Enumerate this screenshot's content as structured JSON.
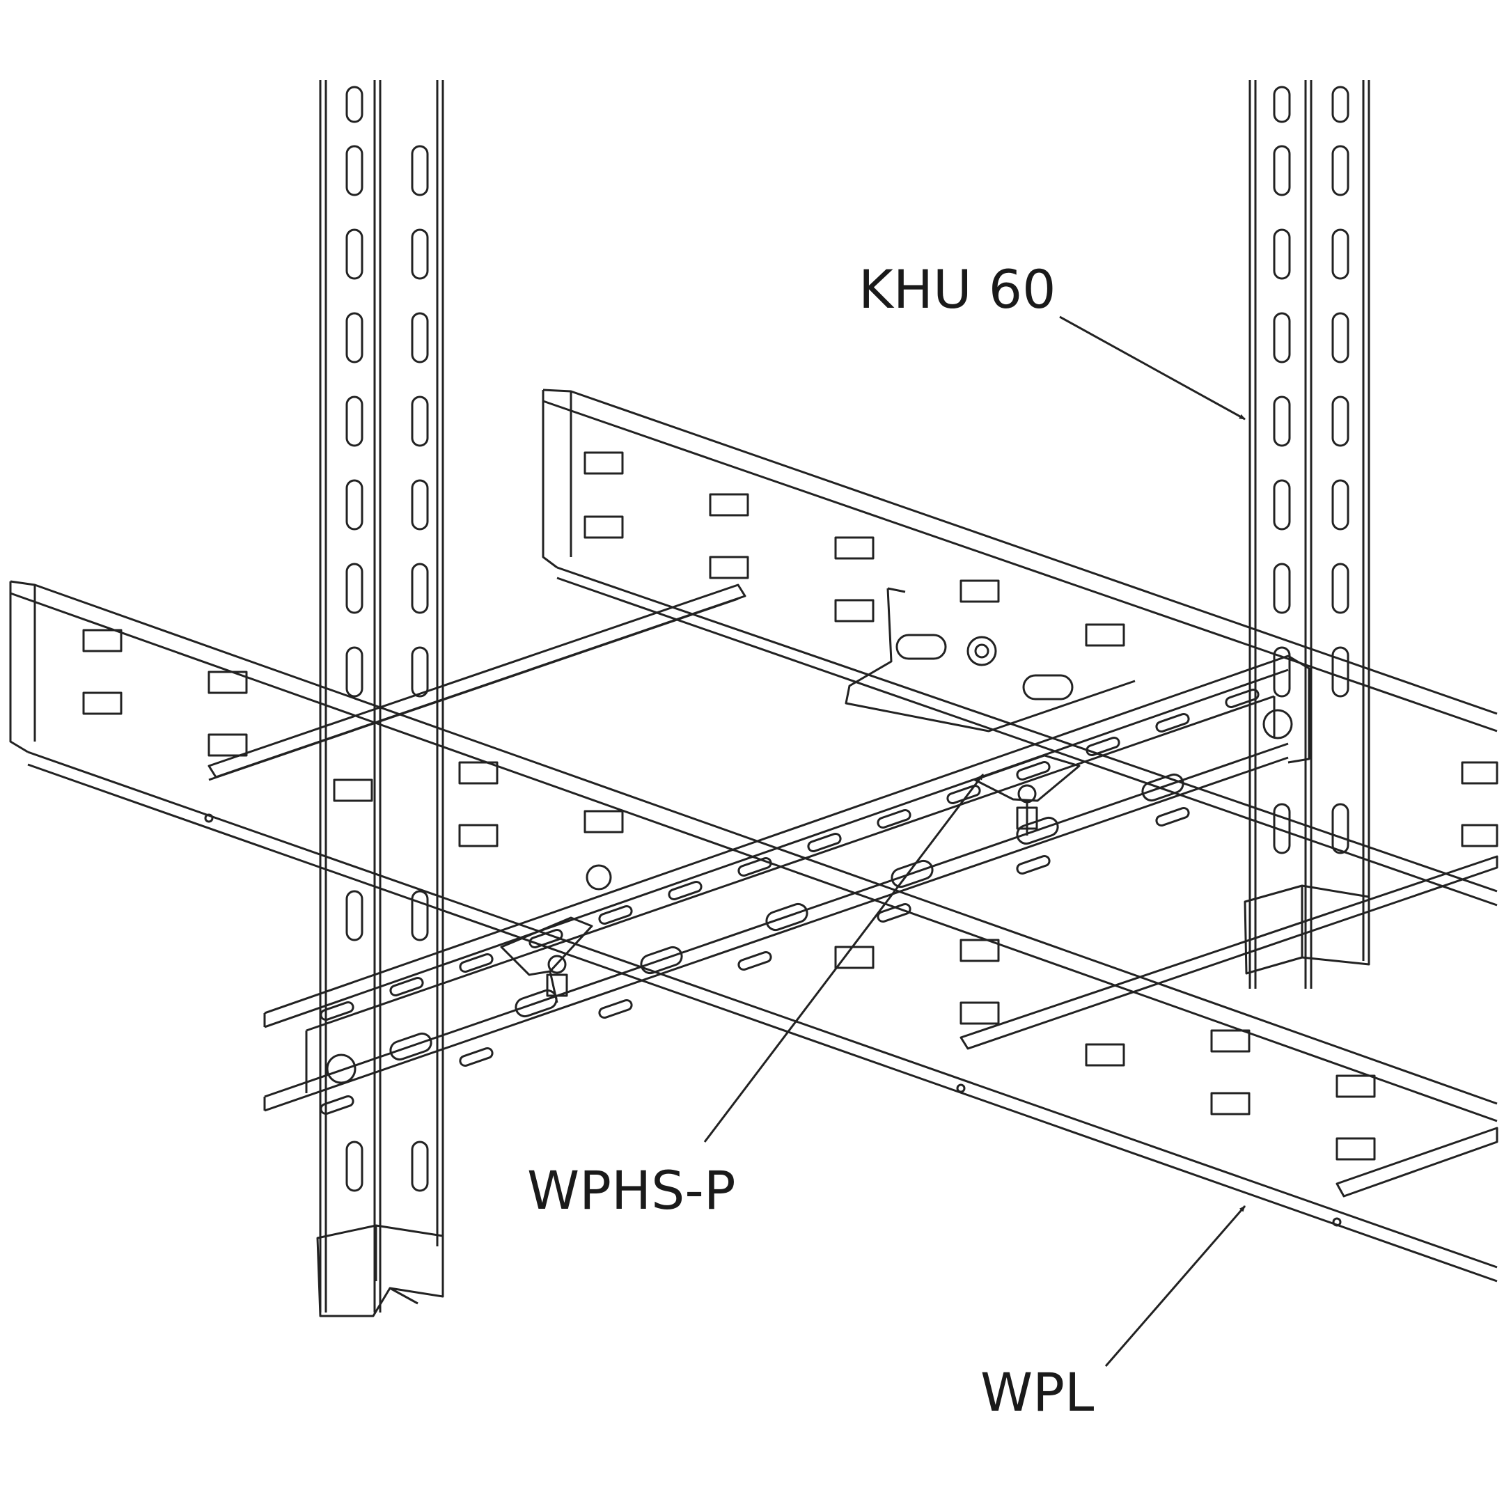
{
  "labels": {
    "khu": "KHU 60",
    "wphs": "WPHS-P",
    "wpl": "WPL"
  }
}
